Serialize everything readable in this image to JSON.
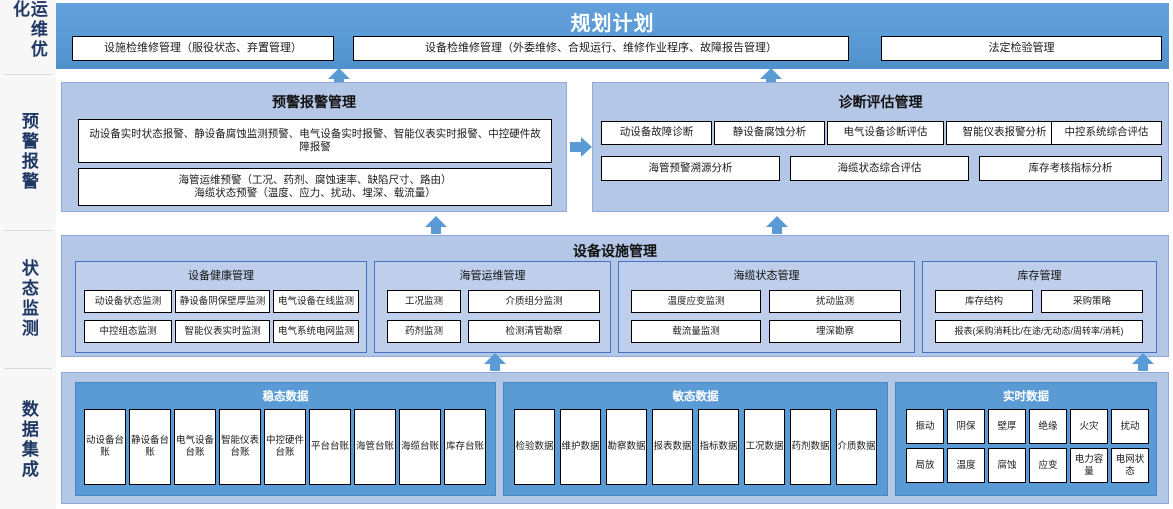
{
  "colors": {
    "brand_blue": "#5B9BD5",
    "panel_blue": "#B4C7E7",
    "group_blue": "#BFCEEA",
    "rail_text": "#1F3864",
    "box_border": "#000000"
  },
  "rail": {
    "items": [
      {
        "label": "运维优化"
      },
      {
        "label": "预警报警"
      },
      {
        "label": "状态监测"
      },
      {
        "label": "数据集成"
      }
    ]
  },
  "planning": {
    "title": "规划计划",
    "boxes": [
      {
        "label": "设施检维修管理（服役状态、弃置管理）"
      },
      {
        "label": "设备检维修管理（外委维修、合规运行、维修作业程序、故障报告管理）"
      },
      {
        "label": "法定检验管理"
      }
    ]
  },
  "warning": {
    "title": "预警报警管理",
    "boxes": [
      {
        "label": "动设备实时状态报警、静设备腐蚀监测预警、电气设备实时报警、智能仪表实时报警、中控硬件故障报警"
      },
      {
        "label": "海管运维预警（工况、药剂、腐蚀速率、缺陷尺寸、路由）\n海缆状态预警（温度、应力、扰动、埋深、载流量）"
      }
    ]
  },
  "diagnosis": {
    "title": "诊断评估管理",
    "row1": [
      {
        "label": "动设备故障诊断"
      },
      {
        "label": "静设备腐蚀分析"
      },
      {
        "label": "电气设备诊断评估"
      },
      {
        "label": "智能仪表报警分析"
      },
      {
        "label": "中控系统综合评估"
      }
    ],
    "row2": [
      {
        "label": "海管预警溯源分析"
      },
      {
        "label": "海缆状态综合评估"
      },
      {
        "label": "库存考核指标分析"
      }
    ]
  },
  "facility": {
    "title": "设备设施管理",
    "groups": [
      {
        "title": "设备健康管理",
        "row1": [
          {
            "label": "动设备状态监测"
          },
          {
            "label": "静设备阴保壁厚监测"
          },
          {
            "label": "电气设备在线监测"
          }
        ],
        "row2": [
          {
            "label": "中控组态监测"
          },
          {
            "label": "智能仪表实时监测"
          },
          {
            "label": "电气系统电网监测"
          }
        ]
      },
      {
        "title": "海管运维管理",
        "row1": [
          {
            "label": "工况监测"
          },
          {
            "label": "介质组分监测"
          }
        ],
        "row2": [
          {
            "label": "药剂监测"
          },
          {
            "label": "检测清管勘察"
          }
        ]
      },
      {
        "title": "海缆状态管理",
        "row1": [
          {
            "label": "温度应变监测"
          },
          {
            "label": "扰动监测"
          }
        ],
        "row2": [
          {
            "label": "载流量监测"
          },
          {
            "label": "埋深勘察"
          }
        ]
      },
      {
        "title": "库存管理",
        "row1": [
          {
            "label": "库存结构"
          },
          {
            "label": "采购策略"
          }
        ],
        "row2": [
          {
            "label": "报表(采购消耗比/在途/无动态/周转率/消耗)"
          }
        ]
      }
    ]
  },
  "data_integration": {
    "groups": [
      {
        "title": "稳态数据",
        "layout": "tall",
        "items": [
          {
            "label": "动设备台账"
          },
          {
            "label": "静设备台账"
          },
          {
            "label": "电气设备台账"
          },
          {
            "label": "智能仪表台账"
          },
          {
            "label": "中控硬件台账"
          },
          {
            "label": "平台台账"
          },
          {
            "label": "海管台账"
          },
          {
            "label": "海缆台账"
          },
          {
            "label": "库存台账"
          }
        ]
      },
      {
        "title": "敏态数据",
        "layout": "tall",
        "items": [
          {
            "label": "检验数据"
          },
          {
            "label": "维护数据"
          },
          {
            "label": "勘察数据"
          },
          {
            "label": "报表数据"
          },
          {
            "label": "指标数据"
          },
          {
            "label": "工况数据"
          },
          {
            "label": "药剂数据"
          },
          {
            "label": "介质数据"
          }
        ]
      },
      {
        "title": "实时数据",
        "layout": "grid",
        "row1": [
          {
            "label": "振动"
          },
          {
            "label": "阴保"
          },
          {
            "label": "壁厚"
          },
          {
            "label": "绝缘"
          },
          {
            "label": "火灾"
          },
          {
            "label": "扰动"
          }
        ],
        "row2": [
          {
            "label": "局放"
          },
          {
            "label": "温度"
          },
          {
            "label": "腐蚀"
          },
          {
            "label": "应变"
          },
          {
            "label": "电力容量"
          },
          {
            "label": "电网状态"
          }
        ]
      }
    ]
  }
}
